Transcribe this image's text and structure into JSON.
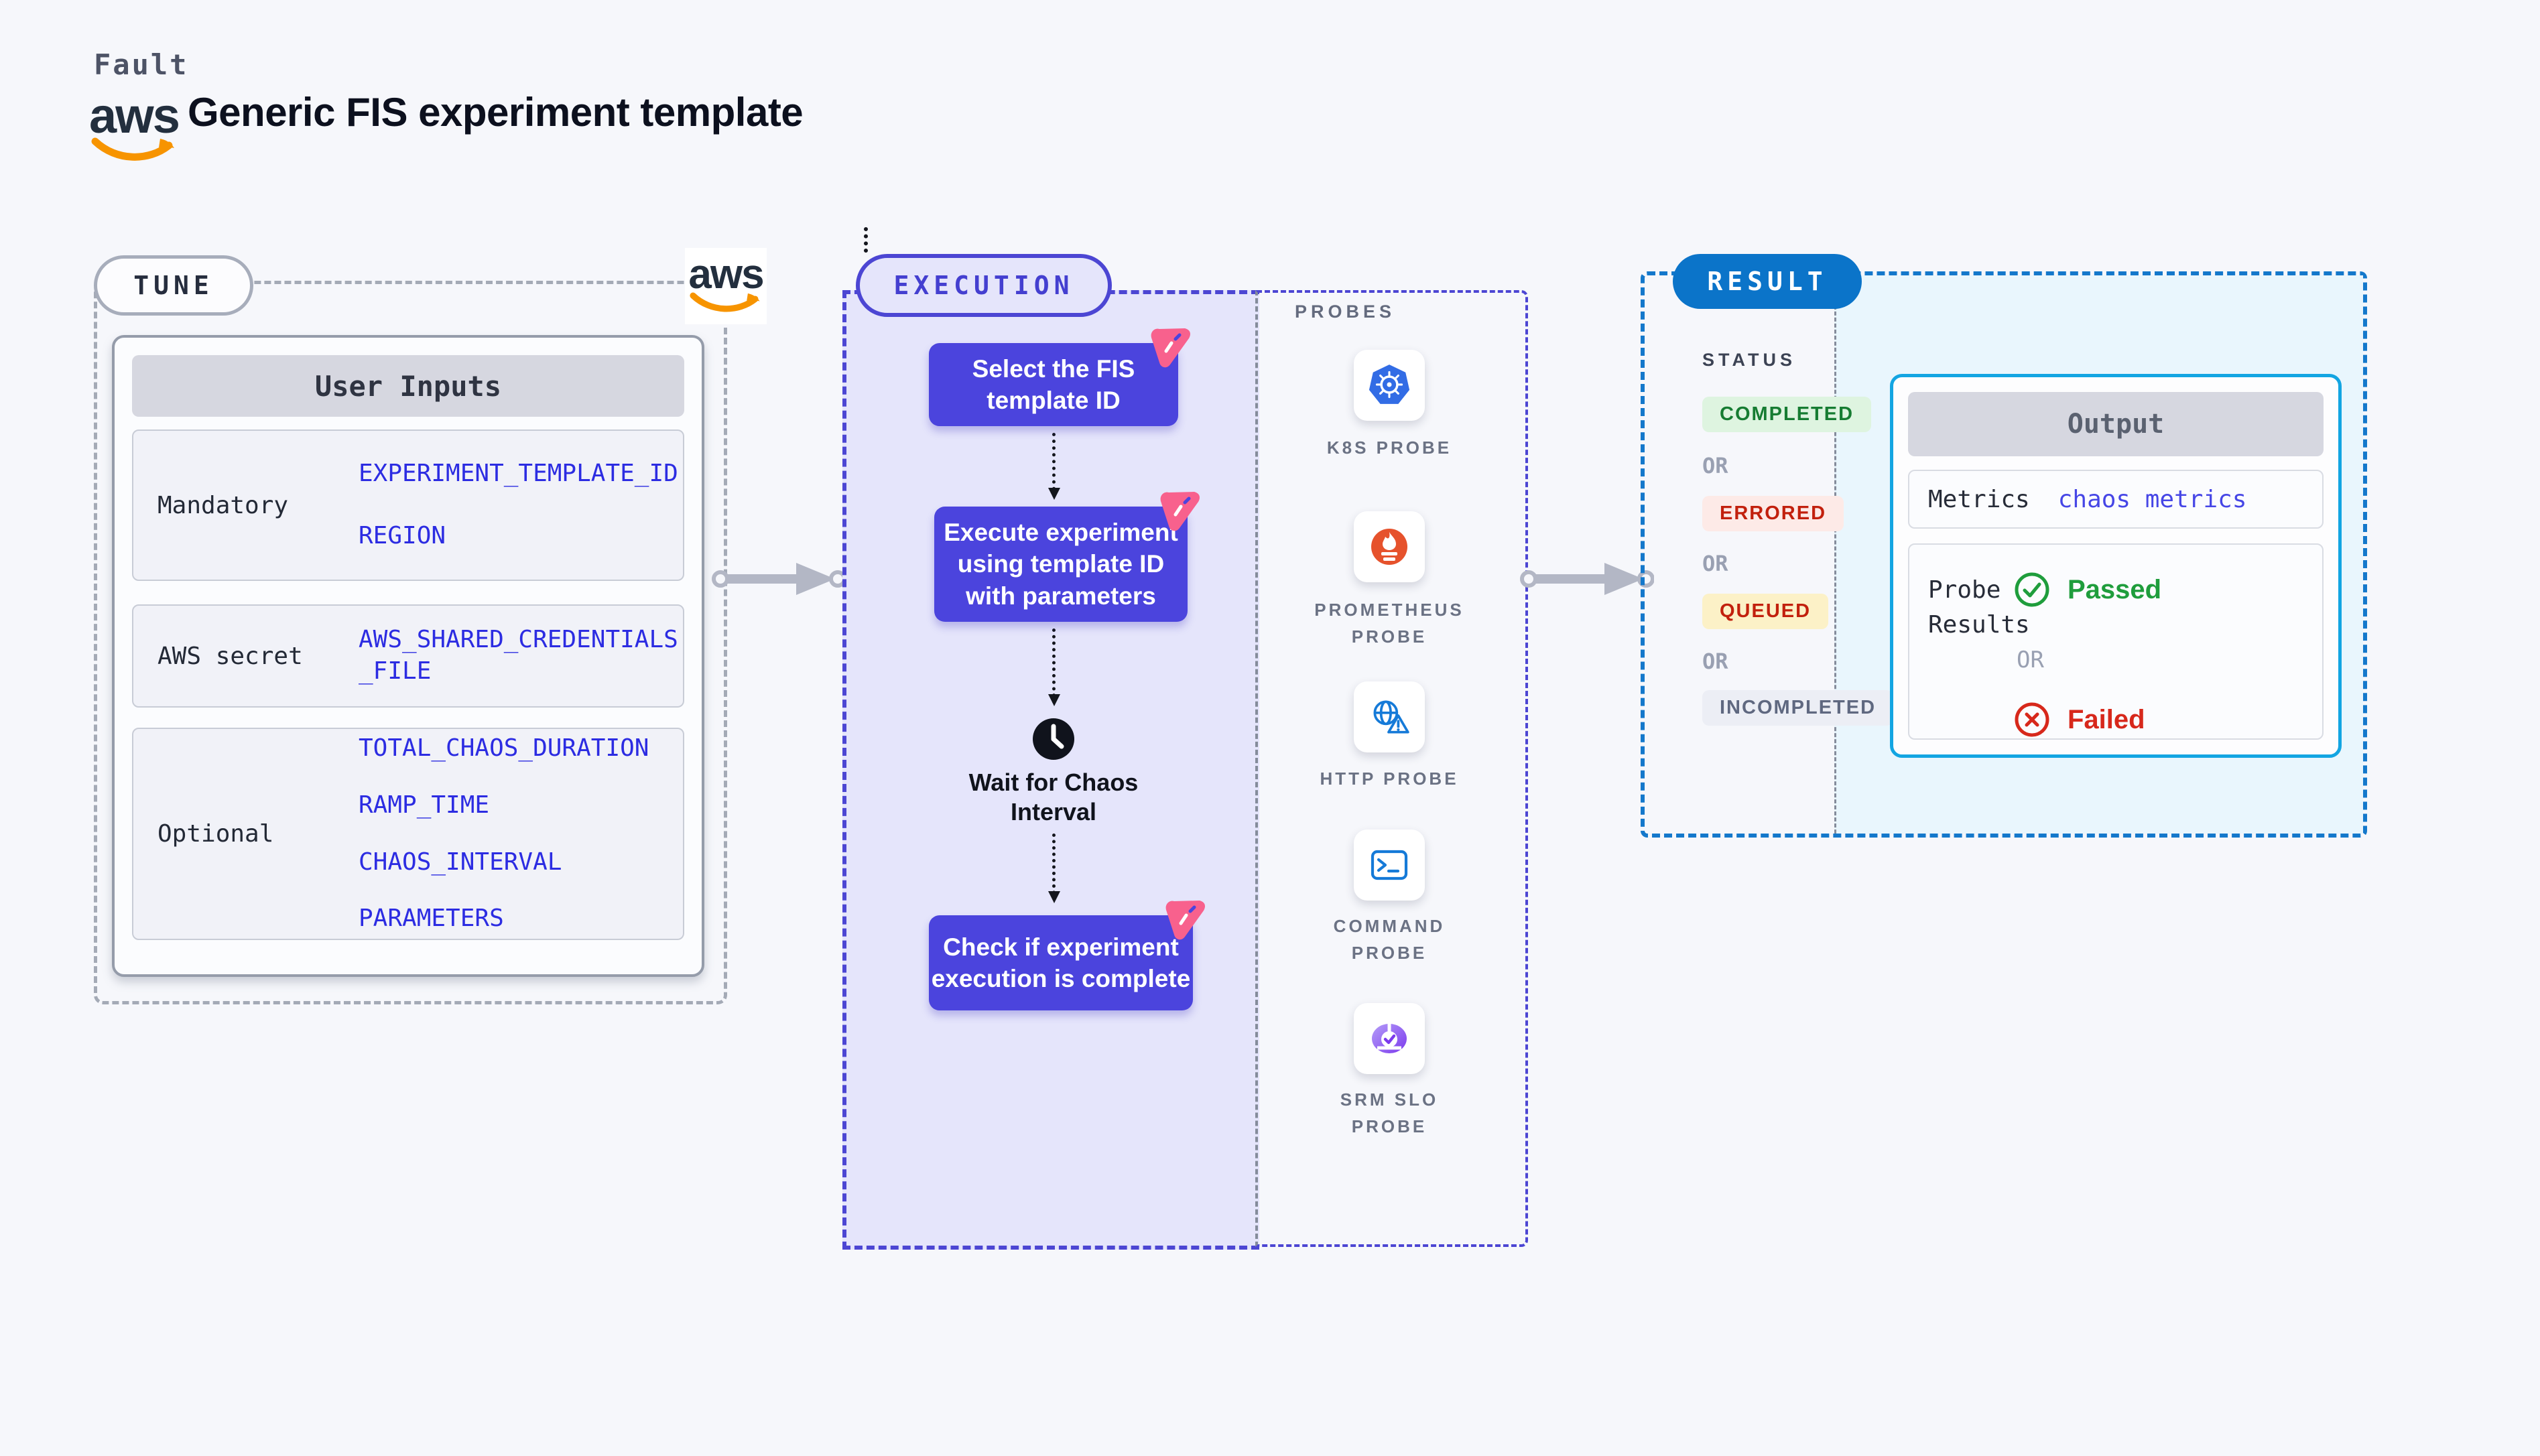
{
  "header": {
    "fault_label": "Fault",
    "title": "Generic FIS experiment template",
    "aws_word": "aws"
  },
  "colors": {
    "page_bg": "#f6f7fb",
    "node_indigo": "#4b44dd",
    "exec_panel_bg": "#e5e5fb",
    "exec_border": "#4c46d3",
    "result_border": "#1478cb",
    "result_pill_bg": "#0b74c9",
    "result_area_bg": "#e9f6fd",
    "output_border": "#13a5e2",
    "value_blue": "#2c2ce2",
    "aws_orange": "#f79400",
    "badge_pink": "#f8618d",
    "passed_green": "#1f9d3c",
    "failed_red": "#d7281b"
  },
  "tune": {
    "pill": "TUNE",
    "card_header": "User Inputs",
    "rows": [
      {
        "label": "Mandatory",
        "values": [
          "EXPERIMENT_TEMPLATE_ID",
          "REGION"
        ]
      },
      {
        "label": "AWS secret",
        "values": [
          "AWS_SHARED_CREDENTIALS\n_FILE"
        ]
      },
      {
        "label": "Optional",
        "values": [
          "TOTAL_CHAOS_DURATION",
          "RAMP_TIME",
          "CHAOS_INTERVAL",
          "PARAMETERS"
        ]
      }
    ]
  },
  "execution": {
    "pill": "EXECUTION",
    "node1": "Select the FIS\ntemplate ID",
    "node2": "Execute experiment\nusing template ID\nwith parameters",
    "wait_label": "Wait for Chaos\nInterval",
    "node3": "Check if experiment\nexecution is complete"
  },
  "probes": {
    "header": "PROBES",
    "items": [
      {
        "label": "K8S PROBE",
        "icon": "kubernetes-icon"
      },
      {
        "label": "PROMETHEUS\nPROBE",
        "icon": "prometheus-icon"
      },
      {
        "label": "HTTP PROBE",
        "icon": "http-globe-warning-icon"
      },
      {
        "label": "COMMAND\nPROBE",
        "icon": "terminal-icon"
      },
      {
        "label": "SRM SLO\nPROBE",
        "icon": "slo-donut-check-icon"
      }
    ]
  },
  "result": {
    "pill": "RESULT",
    "status_header": "STATUS",
    "or_label": "OR",
    "statuses": [
      {
        "label": "COMPLETED",
        "bg": "#def4e0",
        "fg": "#167c32"
      },
      {
        "label": "ERRORED",
        "bg": "#fdeae7",
        "fg": "#c2200d"
      },
      {
        "label": "QUEUED",
        "bg": "#fcf1c7",
        "fg": "#c2200d"
      },
      {
        "label": "INCOMPLETED",
        "bg": "#eceef5",
        "fg": "#5f6880"
      }
    ],
    "output": {
      "header": "Output",
      "metrics_label": "Metrics",
      "metrics_value": "chaos metrics",
      "probe_results_label": "Probe\nResults",
      "passed_label": "Passed",
      "or_label": "OR",
      "failed_label": "Failed"
    }
  }
}
